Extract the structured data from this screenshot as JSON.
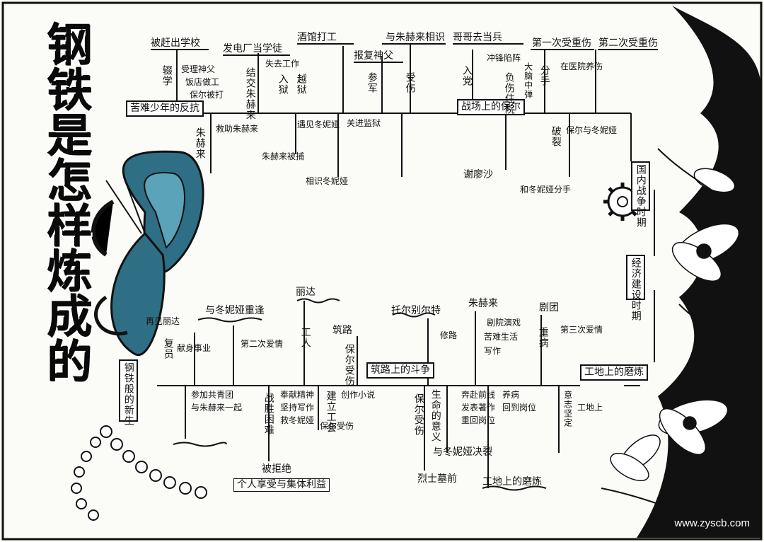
{
  "title": "钢铁是怎样炼成的",
  "watermark": "www.zyscb.com",
  "colors": {
    "ink": "#111111",
    "butterfly": "#2e6f86",
    "paper": "#fbfbf8"
  },
  "top": {
    "start_box": "苦难少年的反抗",
    "box_mid": "战场上的保尔",
    "box_end": "国内战争时期",
    "headers": [
      "被赶出学校",
      "发电厂当学徒",
      "酒馆打工",
      "报复神父",
      "与朱赫来相识",
      "哥哥去当兵",
      "第一次受重伤",
      "第二次受重伤"
    ],
    "labels": [
      "辍学",
      "受理神父",
      "饭店做工",
      "保尔被打",
      "结交朱赫来",
      "失去工作",
      "入狱",
      "越狱",
      "朱赫来被捕",
      "遇见冬妮娅",
      "参军",
      "受伤",
      "大脑中弹",
      "冲锋陷阵",
      "负伤住院",
      "入党",
      "在医院养伤",
      "分手",
      "破裂",
      "朱赫来",
      "救助朱赫来",
      "关进监狱",
      "相识冬妮娅",
      "和冬妮娅分手",
      "保尔与冬妮娅",
      "谢廖沙"
    ],
    "extra": [
      "经济建设时期"
    ]
  },
  "bottom": {
    "start_box": "钢铁般的新生",
    "box_mid": "筑路上的斗争",
    "box_end": "工地上的磨炼",
    "headers": [
      "与冬妮娅重逢",
      "丽达",
      "筑路",
      "剧团",
      "朱赫来",
      "托尔别尔特",
      "第二次爱情",
      "第三次爱情",
      "再见丽达"
    ],
    "labels": [
      "复员",
      "献身事业",
      "工人",
      "生命的意义",
      "保尔受伤",
      "修路",
      "剧院演戏",
      "苦难生活",
      "写作",
      "重病",
      "工地上",
      "保尔受伤",
      "参加共青团",
      "与朱赫来一起",
      "战胜困难",
      "奉献精神",
      "坚持写作",
      "救冬妮娅",
      "建立工会",
      "创作小说",
      "奔赴前线",
      "发表著作",
      "重回岗位",
      "养病",
      "意志坚定",
      "回到岗位"
    ],
    "footer": [
      "保尔受伤",
      "烈士墓前",
      "工地上的磨炼",
      "被拒绝",
      "与冬妮娅决裂",
      "个人享受与集体利益"
    ]
  }
}
